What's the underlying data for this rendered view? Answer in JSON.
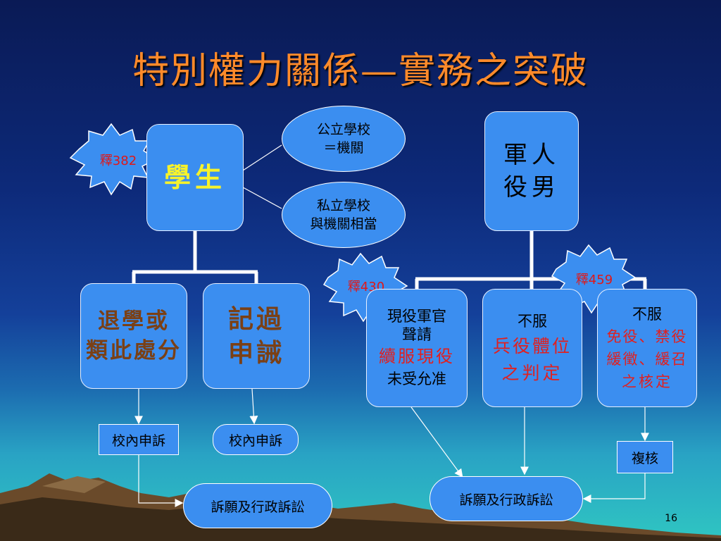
{
  "title": "特別權力關係—實務之突破",
  "student": {
    "label": "學生",
    "badge": "釋382"
  },
  "public_school": {
    "line1": "公立學校",
    "line2": "＝機關"
  },
  "private_school": {
    "line1": "私立學校",
    "line2": "與機關相當"
  },
  "expel": {
    "line1": "退學或",
    "line2": "類此處分"
  },
  "demerit": {
    "line1": "記過",
    "line2": "申誡"
  },
  "appeal_left": "校內申訴",
  "appeal_right": "校內申訴",
  "petition_left": "訴願及行政訴訟",
  "military": {
    "line1": "軍人",
    "line2": "役男",
    "badge_left": "釋430",
    "badge_right": "釋459"
  },
  "officer": {
    "line1": "現役軍官",
    "line2": "聲請",
    "line3": "續服現役",
    "line4": "未受允准"
  },
  "physique": {
    "line1": "不服",
    "line2": "兵役體位",
    "line3": "之判定"
  },
  "exemption": {
    "line1": "不服",
    "line2": "免役、禁役",
    "line3": "緩徵、緩召",
    "line4": "之核定"
  },
  "review": "複核",
  "petition_right": "訴願及行政訴訟",
  "page_number": "16",
  "colors": {
    "box": "#3b8ef0",
    "title": "#ff8a2a",
    "highlight": "#f6f22c",
    "red": "#e02020",
    "brown": "#7a4016"
  }
}
